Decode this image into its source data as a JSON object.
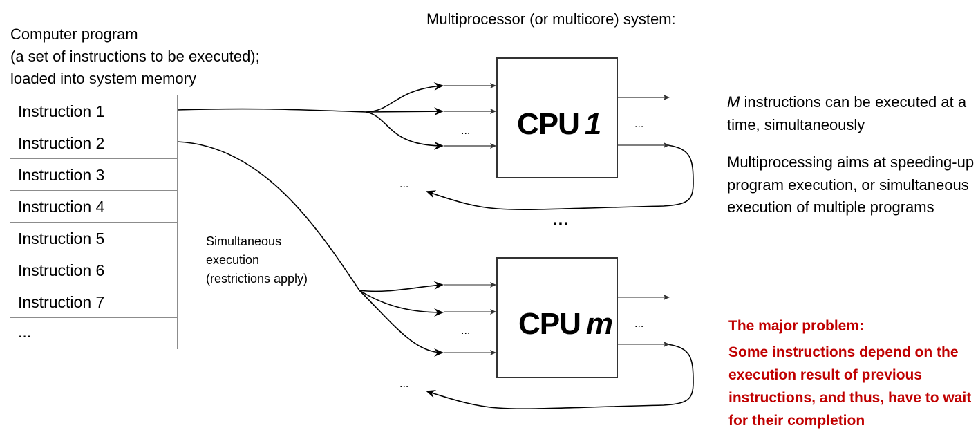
{
  "program": {
    "caption_lines": [
      "Computer program",
      "(a set of instructions to be executed);",
      "loaded into system memory"
    ],
    "instructions": [
      "Instruction 1",
      "Instruction 2",
      "Instruction 3",
      "Instruction 4",
      "Instruction 5",
      "Instruction 6",
      "Instruction 7",
      "..."
    ]
  },
  "system": {
    "title": "Multiprocessor (or multicore) system:",
    "cpus": [
      {
        "label": "CPU",
        "index": "1"
      },
      {
        "label": "CPU",
        "index": "m"
      }
    ],
    "ellipsis": "...",
    "between_cpus": "..."
  },
  "simultaneous_label_lines": [
    "Simultaneous",
    "execution",
    "(restrictions apply)"
  ],
  "notes": {
    "parallel": {
      "var": "M",
      "text": " instructions can be executed at a time, simultaneously"
    },
    "multiprocessing": "Multiprocessing aims at speeding-up program execution, or simultaneous execution of multiple programs"
  },
  "problem": {
    "heading": "The major problem:",
    "body": "Some instructions depend on the execution result of previous instructions, and thus, have to wait for their completion",
    "color": "#c00000"
  }
}
